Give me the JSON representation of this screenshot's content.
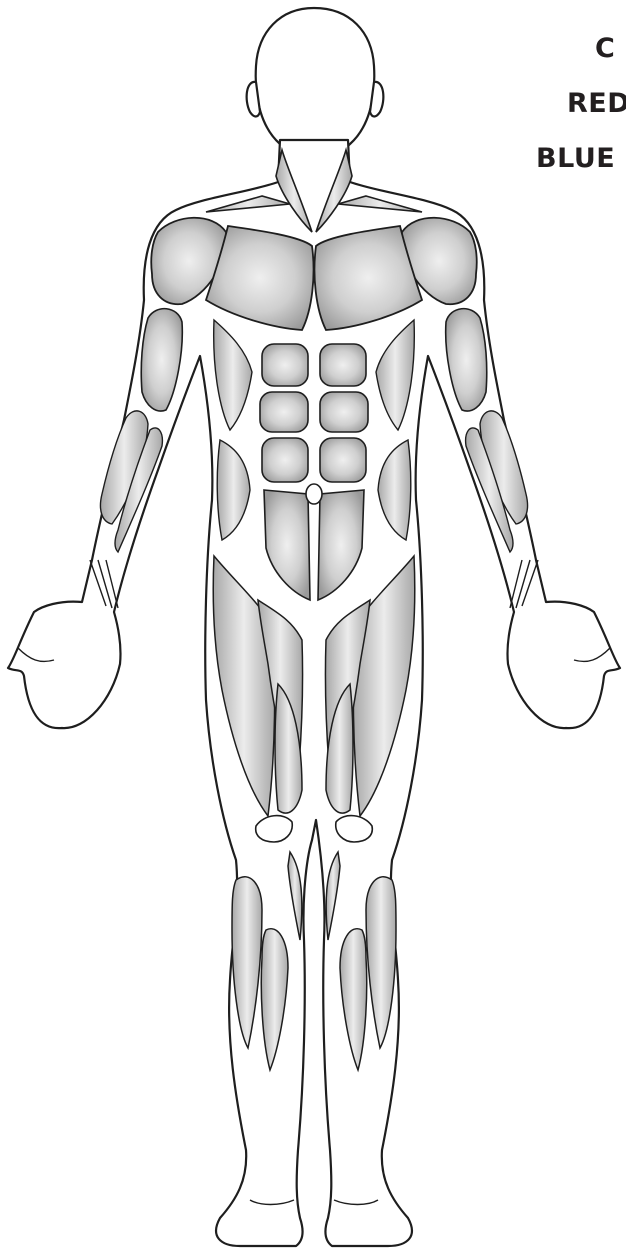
{
  "labels": {
    "c": "C",
    "red": "RED",
    "blue": "BLUE"
  },
  "palette": {
    "outline": "#1e1e1e",
    "muscle_fill": "#cfcfcf",
    "muscle_dark": "#9a9a9a",
    "skin": "#ffffff",
    "label_text": "#231f20"
  }
}
